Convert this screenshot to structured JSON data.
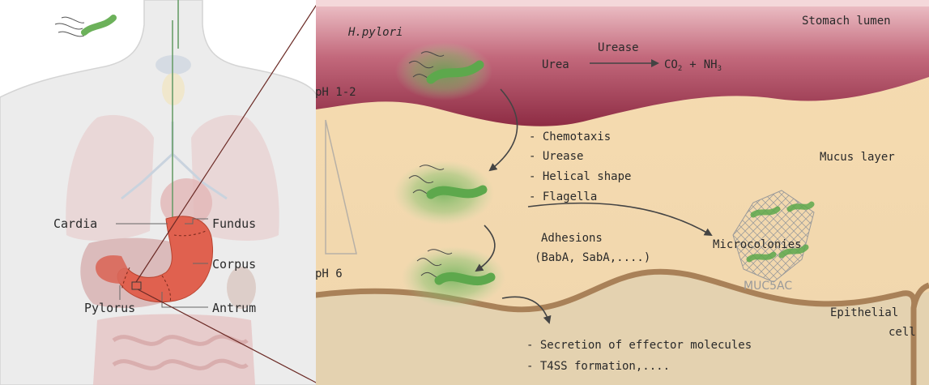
{
  "anatomy": {
    "labels": {
      "cardia": "Cardia",
      "fundus": "Fundus",
      "corpus": "Corpus",
      "pylorus": "Pylorus",
      "antrum": "Antrum"
    }
  },
  "zoom": {
    "organism": "H.pylori",
    "regions": {
      "lumen": "Stomach lumen",
      "mucus": "Mucus layer",
      "epithelial_1": "Epithelial",
      "epithelial_2": "cell"
    },
    "ph": {
      "top": "pH 1-2",
      "bottom": "pH 6"
    },
    "reaction": {
      "substrate": "Urea",
      "enzyme": "Urease",
      "product_co2": "CO",
      "product_co2_sub": "2",
      "plus": "+",
      "product_nh3": "NH",
      "product_nh3_sub": "3"
    },
    "factors": [
      "- Chemotaxis",
      "- Urease",
      "- Helical shape",
      "- Flagella"
    ],
    "adhesions": {
      "line1": "Adhesions",
      "line2": "(BabA, SabA,....)"
    },
    "microcolonies": "Microcolonies",
    "mucin": "MUC5AC",
    "effects": [
      "- Secretion of effector molecules",
      "- T4SS formation,...."
    ]
  },
  "colors": {
    "lumen_top": "#e8b7bd",
    "lumen_bottom": "#8e2c44",
    "mucus": "#f6dfb6",
    "epithelium": "#e2cfad",
    "membrane": "#a98158",
    "bacterium": "#6fb35c",
    "stomach": "#e0614f",
    "arrow": "#444444"
  }
}
